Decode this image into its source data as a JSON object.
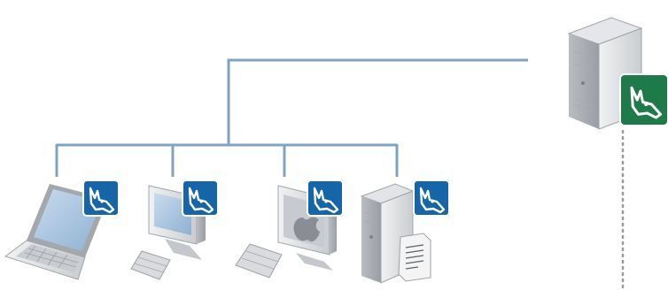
{
  "diagram": {
    "colors": {
      "line": "#7FA3C5",
      "dotted": "#9A9A9A",
      "agent_badge": "#1565A8",
      "server_badge": "#1F7A4A",
      "silver_light": "#E7E8EA",
      "silver_mid": "#BFC2C6",
      "silver_dark": "#8E9297",
      "screen": "#A9C4E0"
    },
    "nodes": [
      {
        "id": "laptop",
        "device": "laptop-icon",
        "badge": "agent-badge-icon"
      },
      {
        "id": "desktop-pc",
        "device": "desktop-computer-icon",
        "badge": "agent-badge-icon"
      },
      {
        "id": "apple-desktop",
        "device": "apple-desktop-icon",
        "badge": "agent-badge-icon"
      },
      {
        "id": "file-server",
        "device": "file-server-icon",
        "badge": "agent-badge-icon"
      },
      {
        "id": "management-server",
        "device": "server-tower-icon",
        "badge": "server-badge-icon"
      }
    ]
  }
}
